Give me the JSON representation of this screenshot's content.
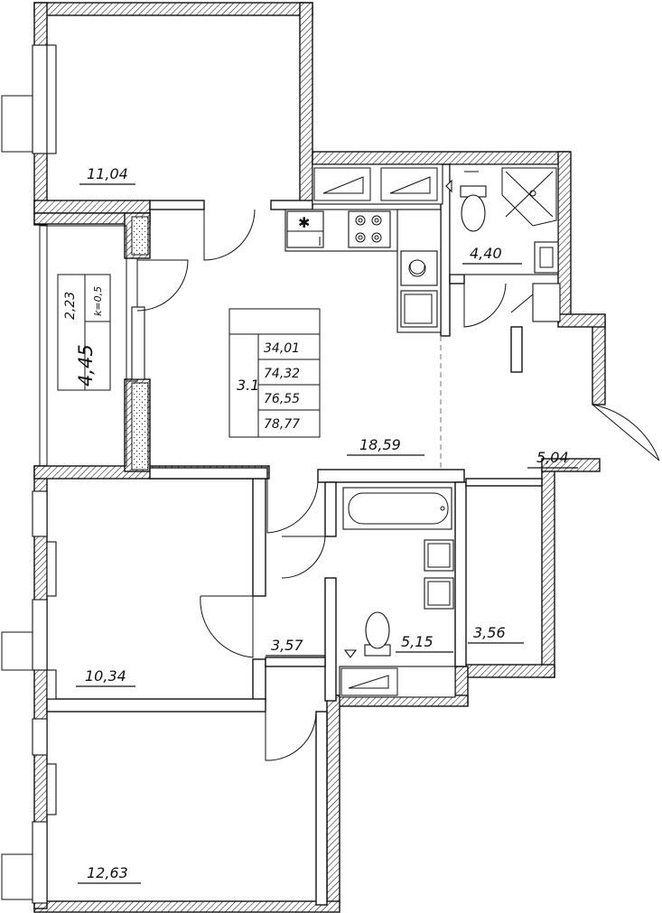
{
  "rooms": {
    "bedroom_top": "11,04",
    "kitchen_living": "18,59",
    "bathroom_top": "4,40",
    "hall_right": "5,04",
    "bedroom_middle": "10,34",
    "corridor": "3,57",
    "bathroom_bottom": "5,15",
    "storage": "3,56",
    "bedroom_bottom": "12,63"
  },
  "loggia": {
    "area": "4,45",
    "reduced_area": "2,23",
    "coefficient": "k=0,5"
  },
  "summary": {
    "apartment_label": "3.1",
    "living_area": "34,01",
    "area_without_loggia": "74,32",
    "area_with_reduced_loggia": "76,55",
    "total_area": "78,77"
  },
  "icons": [
    "snowflake-icon",
    "stove-icon",
    "sink-icon",
    "washing-machine-icon",
    "toilet-icon",
    "bathtub-icon",
    "shower-icon",
    "door-icon",
    "window-icon"
  ]
}
